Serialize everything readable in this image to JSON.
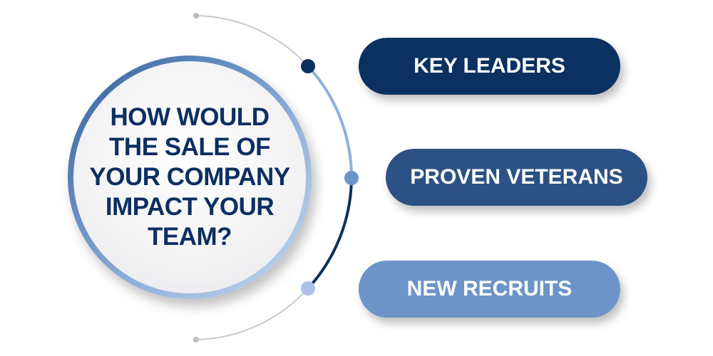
{
  "question": "HOW WOULD THE SALE OF YOUR COMPANY IMPACT YOUR TEAM?",
  "items": [
    {
      "label": "KEY LEADERS",
      "color": "#0b3160"
    },
    {
      "label": "PROVEN VETERANS",
      "color": "#2c5185"
    },
    {
      "label": "NEW RECRUITS",
      "color": "#6c94c8"
    }
  ]
}
